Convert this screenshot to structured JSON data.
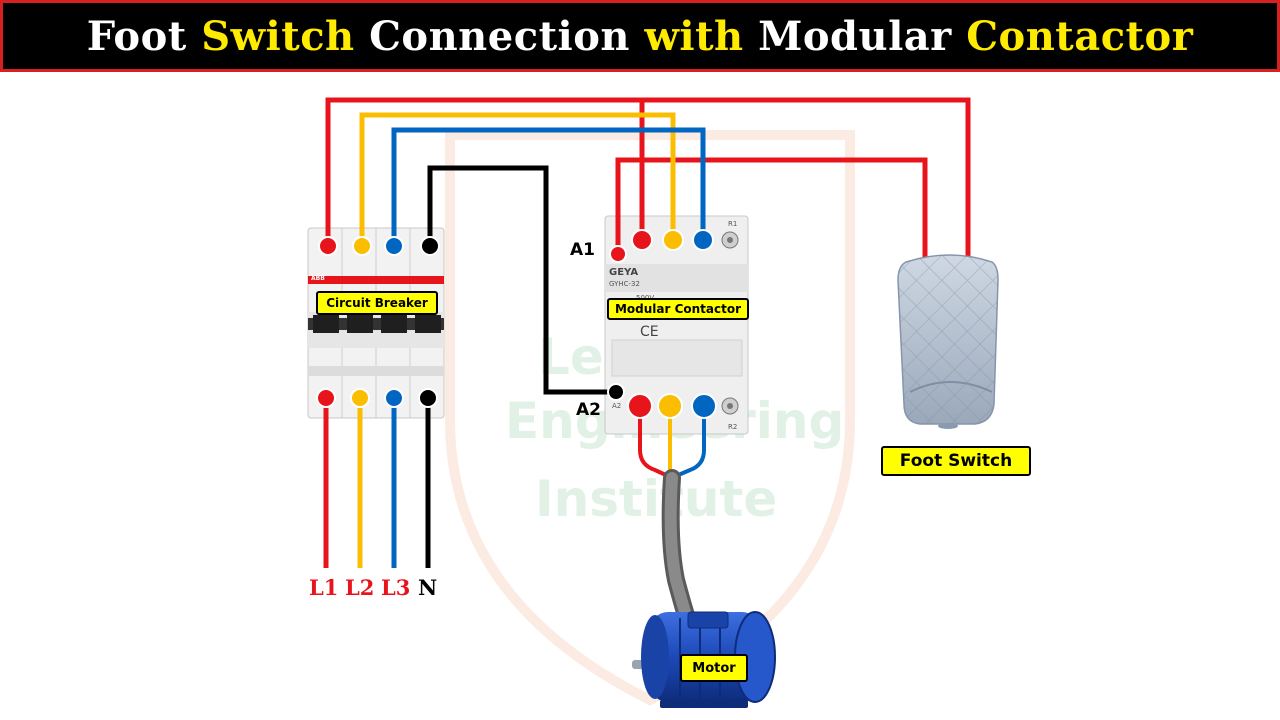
{
  "title": {
    "word1": "Foot",
    "word2": "Switch",
    "word3": "Connection",
    "word4": "with",
    "word5": "Modular",
    "word6": "Contactor"
  },
  "labels": {
    "circuit_breaker": "Circuit Breaker",
    "modular_contactor": "Modular Contactor",
    "foot_switch": "Foot Switch",
    "motor": "Motor"
  },
  "terminals": {
    "a1": "A1",
    "a2": "A2"
  },
  "lines": {
    "l1": "L1",
    "l2": "L2",
    "l3": "L3",
    "n": "N"
  },
  "device_markings": {
    "breaker_brand": "ABB",
    "contactor_brand": "GEYA",
    "contactor_model": "GYHC-32",
    "contactor_voltage": "500V",
    "ce_mark": "CE",
    "r1": "R1",
    "r2": "R2",
    "a2_small": "A2"
  },
  "watermark": {
    "line1": "Learn",
    "line2": "Engineering",
    "line3": "Institute"
  },
  "colors": {
    "l1_wire": "#e8141b",
    "l2_wire": "#fbbd00",
    "l3_wire": "#0066c2",
    "neutral_wire": "#000000",
    "highlight_yellow": "#ffff00",
    "title_bg": "#000000",
    "title_border": "#d61f1f"
  }
}
